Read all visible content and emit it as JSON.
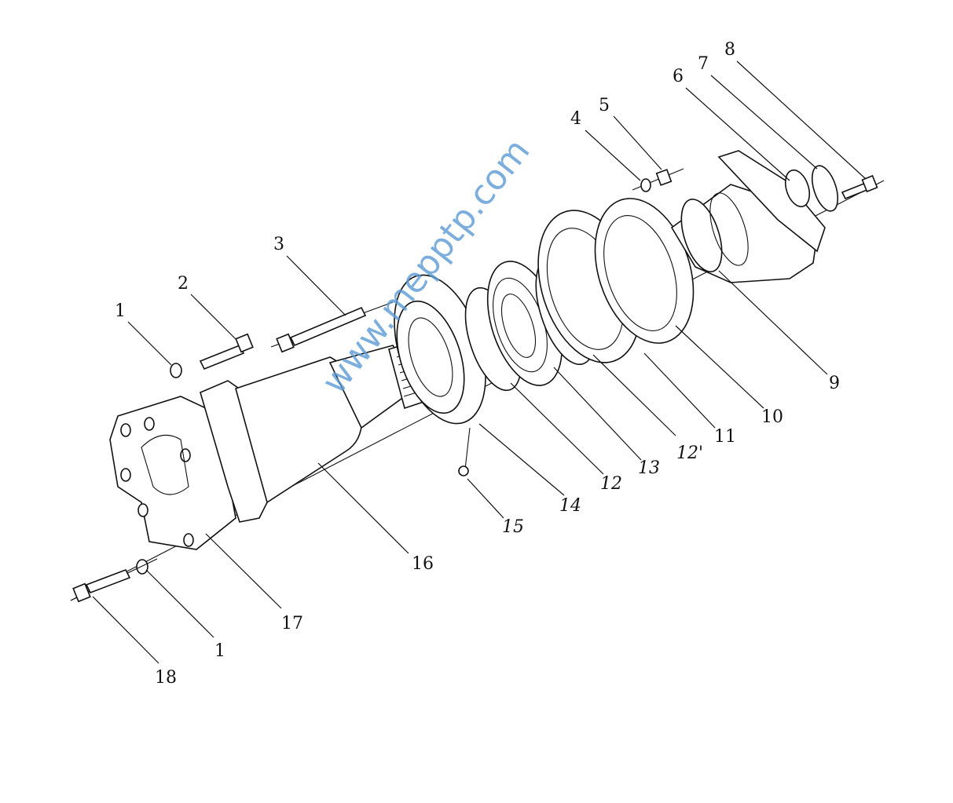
{
  "diagram": {
    "type": "exploded-parts-view",
    "callouts": [
      {
        "id": "c1a",
        "label": "1"
      },
      {
        "id": "c2",
        "label": "2"
      },
      {
        "id": "c3",
        "label": "3"
      },
      {
        "id": "c4",
        "label": "4"
      },
      {
        "id": "c5",
        "label": "5"
      },
      {
        "id": "c6",
        "label": "6"
      },
      {
        "id": "c7",
        "label": "7"
      },
      {
        "id": "c8",
        "label": "8"
      },
      {
        "id": "c9",
        "label": "9"
      },
      {
        "id": "c10",
        "label": "10"
      },
      {
        "id": "c11",
        "label": "11"
      },
      {
        "id": "c12p",
        "label": "12'"
      },
      {
        "id": "c13",
        "label": "13"
      },
      {
        "id": "c12",
        "label": "12"
      },
      {
        "id": "c14",
        "label": "14"
      },
      {
        "id": "c15",
        "label": "15"
      },
      {
        "id": "c16",
        "label": "16"
      },
      {
        "id": "c17",
        "label": "17"
      },
      {
        "id": "c1b",
        "label": "1"
      },
      {
        "id": "c18",
        "label": "18"
      }
    ],
    "watermark": "www.mepptp.com"
  }
}
